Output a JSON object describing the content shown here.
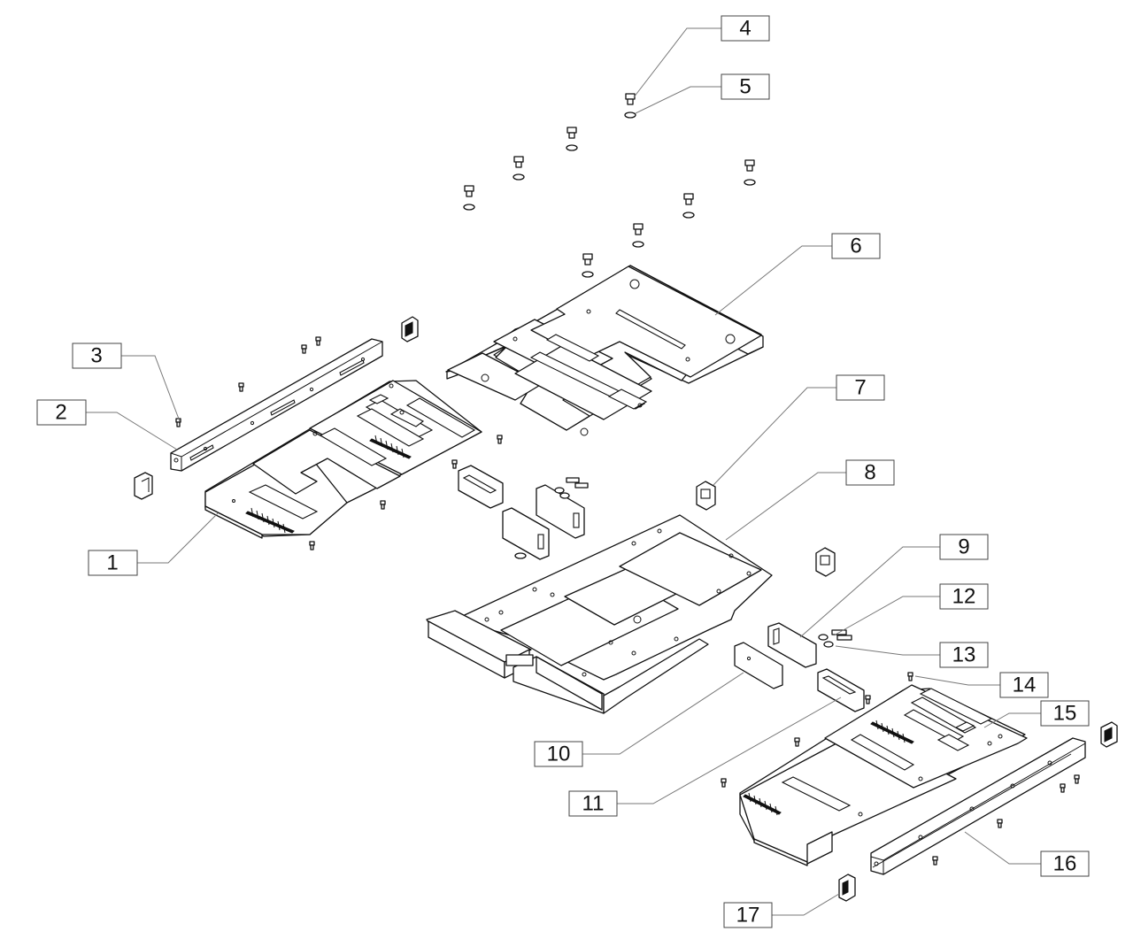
{
  "callouts": [
    {
      "id": "4",
      "label": "4"
    },
    {
      "id": "5",
      "label": "5"
    },
    {
      "id": "6",
      "label": "6"
    },
    {
      "id": "3",
      "label": "3"
    },
    {
      "id": "2",
      "label": "2"
    },
    {
      "id": "7",
      "label": "7"
    },
    {
      "id": "8",
      "label": "8"
    },
    {
      "id": "1",
      "label": "1"
    },
    {
      "id": "9",
      "label": "9"
    },
    {
      "id": "12",
      "label": "12"
    },
    {
      "id": "13",
      "label": "13"
    },
    {
      "id": "14",
      "label": "14"
    },
    {
      "id": "15",
      "label": "15"
    },
    {
      "id": "10",
      "label": "10"
    },
    {
      "id": "11",
      "label": "11"
    },
    {
      "id": "16",
      "label": "16"
    },
    {
      "id": "17",
      "label": "17"
    }
  ],
  "colors": {
    "line": "#111111",
    "leader": "#777777",
    "box_border": "#444444",
    "background": "#ffffff"
  }
}
